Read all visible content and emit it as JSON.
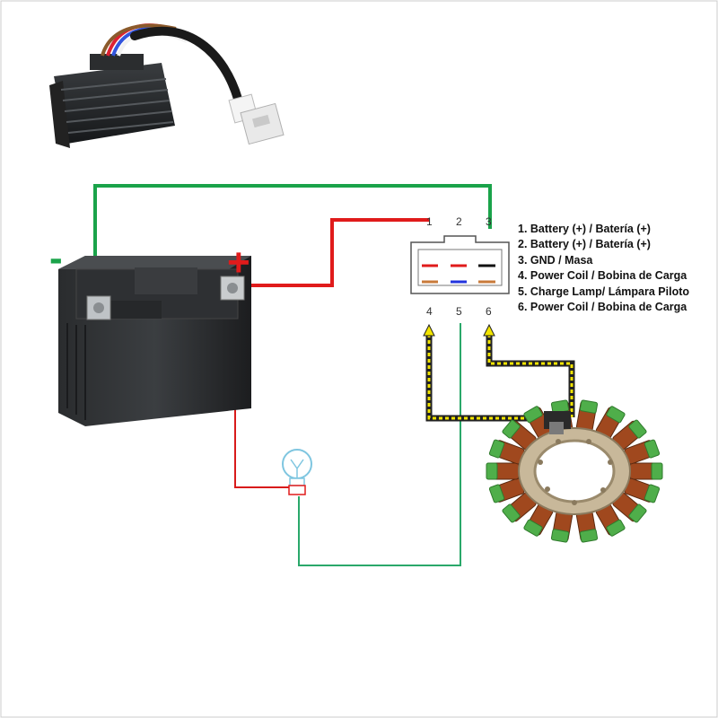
{
  "connector": {
    "pins_top": [
      "1",
      "2",
      "3"
    ],
    "pins_bottom": [
      "4",
      "5",
      "6"
    ]
  },
  "legend": [
    "1. Battery (+) / Batería (+)",
    "2. Battery (+) / Batería (+)",
    "3. GND / Masa",
    "4. Power Coil / Bobina de Carga",
    "5. Charge Lamp/ Lámpara Piloto",
    "6. Power Coil / Bobina de Carga"
  ],
  "battery": {
    "negative_sign": "-",
    "positive_sign": "+"
  },
  "colors": {
    "ground_wire": "#1aa34a",
    "positive_wire": "#e01b1b",
    "lamp_wire": "#2aa86a",
    "coil_wire_outer": "#222222",
    "coil_wire_inner": "#f2e400",
    "pin_red": "#e01b1b",
    "pin_black": "#111111",
    "pin_brown": "#c87a3a",
    "pin_blue": "#2233dd"
  },
  "icons": {
    "regulator": "regulator-rectifier-icon",
    "battery": "battery-icon",
    "lamp": "light-bulb-icon",
    "stator": "stator-coil-icon"
  }
}
